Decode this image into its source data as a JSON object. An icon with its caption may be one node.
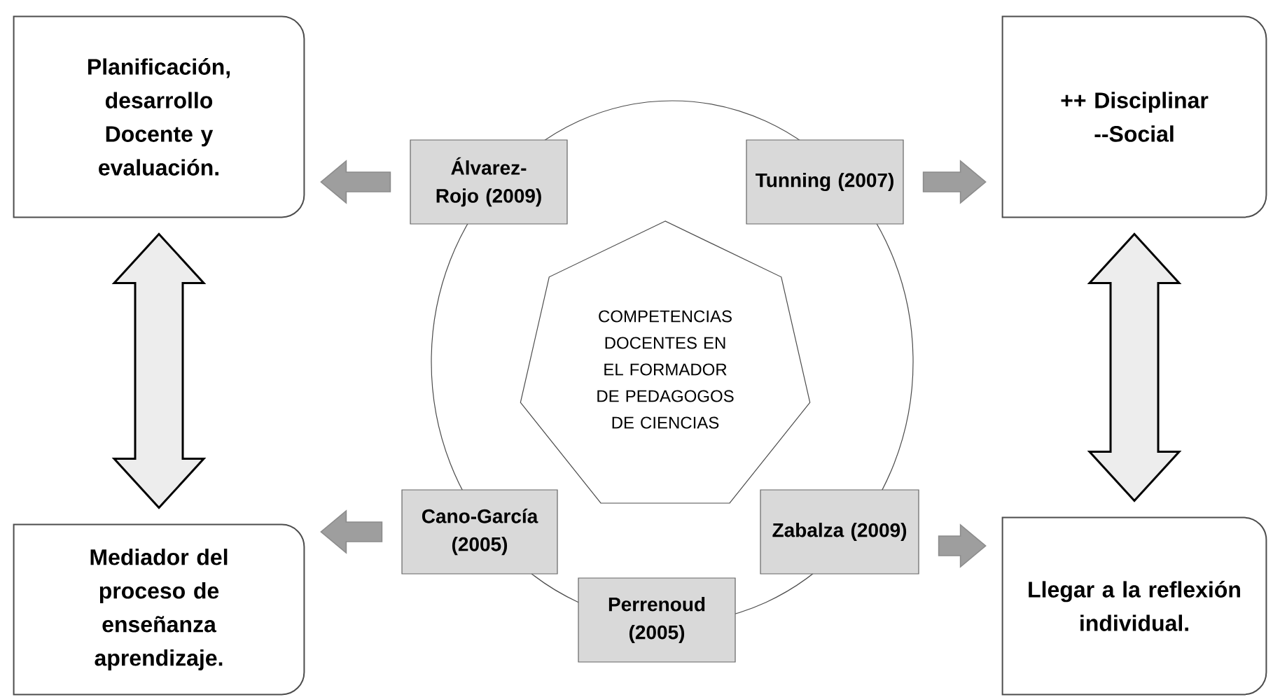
{
  "diagram": {
    "nodes": [
      {
        "text": [
          "Planificación, desarrollo Docente y evaluación."
        ]
      },
      {
        "text": [
          "++ Disciplinar --Social"
        ]
      },
      {
        "text": [
          "Mediador del proceso de enseñanza aprendizaje."
        ]
      },
      {
        "text": [
          "Llegar a la reflexión individual."
        ]
      },
      {
        "text": [
          "COMPETENCIAS DOCENTES EN EL FORMADOR DE PEDAGOGOS DE CIENCIAS"
        ]
      },
      {
        "text": [
          "Álvarez-Rojo (2009)"
        ]
      },
      {
        "text": [
          "Tunning (2007)"
        ]
      },
      {
        "text": [
          "Cano-García (2005)"
        ]
      },
      {
        "text": [
          "Zabalza (2009)"
        ]
      },
      {
        "text": [
          "Perrenoud (2005)"
        ]
      }
    ],
    "edges": [
      {
        "from": 5,
        "to": 0,
        "arrow": "to"
      },
      {
        "from": 6,
        "to": 1,
        "arrow": "to"
      },
      {
        "from": 7,
        "to": 2,
        "arrow": "to"
      },
      {
        "from": 8,
        "to": 3,
        "arrow": "to"
      },
      {
        "from": 0,
        "to": 2,
        "arrow": "both"
      },
      {
        "from": 1,
        "to": 3,
        "arrow": "both"
      }
    ]
  }
}
